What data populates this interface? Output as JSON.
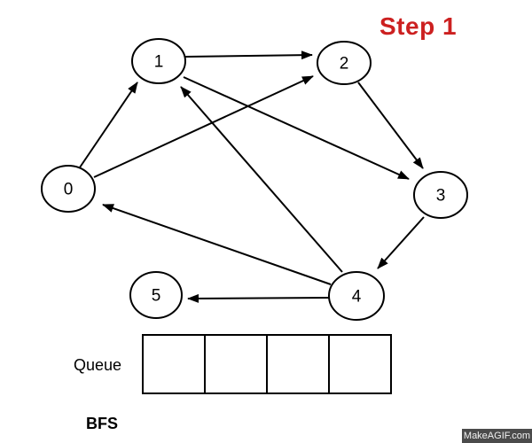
{
  "step_label": "Step 1",
  "colors": {
    "step_accent": "#cc2020",
    "graph_stroke": "#000000",
    "watermark_bg": "#4b4b4b",
    "watermark_text": "#f2f2f2"
  },
  "graph": {
    "nodes": [
      {
        "id": "0",
        "label": "0"
      },
      {
        "id": "1",
        "label": "1"
      },
      {
        "id": "2",
        "label": "2"
      },
      {
        "id": "3",
        "label": "3"
      },
      {
        "id": "4",
        "label": "4"
      },
      {
        "id": "5",
        "label": "5"
      }
    ],
    "edges": [
      {
        "from": "0",
        "to": "1"
      },
      {
        "from": "0",
        "to": "2"
      },
      {
        "from": "1",
        "to": "2"
      },
      {
        "from": "1",
        "to": "3"
      },
      {
        "from": "2",
        "to": "3"
      },
      {
        "from": "3",
        "to": "4"
      },
      {
        "from": "4",
        "to": "1"
      },
      {
        "from": "4",
        "to": "0"
      },
      {
        "from": "4",
        "to": "5"
      }
    ]
  },
  "queue": {
    "label": "Queue",
    "cells": [
      "",
      "",
      "",
      ""
    ]
  },
  "algorithm_label": "BFS",
  "watermark": {
    "text": "MakeAGIF.com"
  }
}
